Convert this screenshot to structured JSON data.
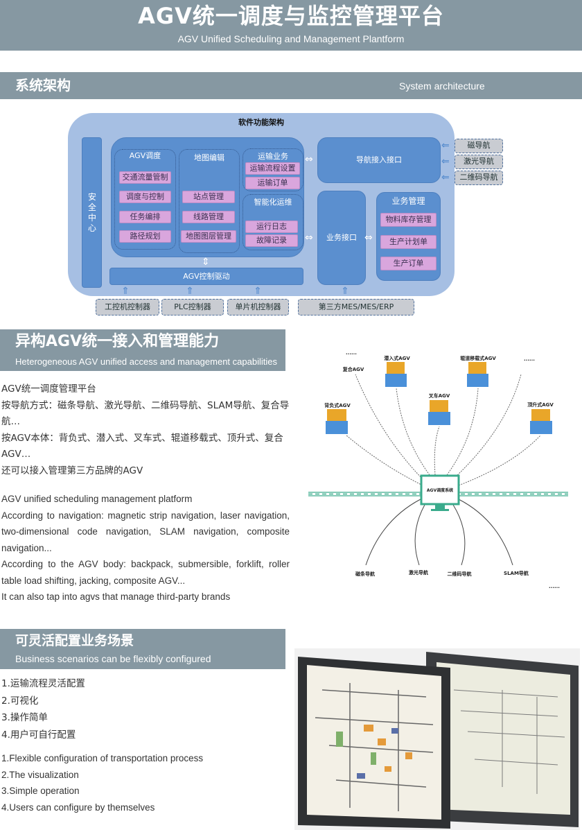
{
  "header": {
    "title": "AGV统一调度与监控管理平台",
    "subtitle": "AGV Unified Scheduling and Management Plantform"
  },
  "section1": {
    "title": "系统架构",
    "subtitle": "System architecture"
  },
  "arch": {
    "title": "软件功能架构",
    "security": "安全中心",
    "col1": {
      "title": "AGV调度",
      "items": [
        "交通流量管制",
        "调度与控制",
        "任务编排",
        "路径规划"
      ]
    },
    "col2": {
      "title": "地图编辑",
      "items": [
        "站点管理",
        "线路管理",
        "地图图层管理"
      ]
    },
    "col3a": {
      "title": "运输业务",
      "items": [
        "运输流程设置",
        "运输订单"
      ]
    },
    "col3b": {
      "title": "智能化运维",
      "items": [
        "运行日志",
        "故障记录"
      ]
    },
    "drive": "AGV控制驱动",
    "nav_if": "导航接入接口",
    "biz_if": "业务接口",
    "biz": {
      "title": "业务管理",
      "items": [
        "物料库存管理",
        "生产计划单",
        "生产订单"
      ]
    },
    "nav_types": [
      "磁导航",
      "激光导航",
      "二维码导航"
    ],
    "controllers": [
      "工控机控制器",
      "PLC控制器",
      "单片机控制器",
      "第三方MES/MES/ERP"
    ]
  },
  "section2": {
    "title": "异构AGV统一接入和管理能力",
    "subtitle": "Heterogeneous AGV unified access and management capabilities"
  },
  "s2_cn": [
    "AGV统一调度管理平台",
    "按导航方式：磁条导航、激光导航、二维码导航、SLAM导航、复合导航…",
    "按AGV本体：背负式、潜入式、叉车式、辊道移载式、顶升式、复合AGV…",
    "还可以接入管理第三方品牌的AGV"
  ],
  "s2_en": [
    "AGV unified scheduling management platform",
    "According to navigation: magnetic strip navigation, laser navigation, two-dimensional code navigation, SLAM navigation, composite navigation...",
    "According to the AGV body: backpack, submersible, forklift, roller table load shifting, jacking, composite AGV...",
    "It can also tap into agvs that manage third-party brands"
  ],
  "agv_diagram": {
    "center": "AGV调度系统",
    "agvs": [
      "背负式AGV",
      "潜入式AGV",
      "叉车AGV",
      "辊道移载式AGV",
      "顶升式AGV",
      "复合AGV"
    ],
    "navs": [
      "磁条导航",
      "激光导航",
      "二维码导航",
      "SLAM导航"
    ],
    "more": "......",
    "colors": {
      "load": "#e9a629",
      "body": "#4a90d9",
      "monitor": "#3aab8c"
    }
  },
  "section3": {
    "title": "可灵活配置业务场景",
    "subtitle": "Business scenarios can be flexibly configured"
  },
  "s3_cn": [
    "1.运输流程灵活配置",
    "2.可视化",
    "3.操作简单",
    "4.用户可自行配置"
  ],
  "s3_en": [
    "1.Flexible configuration of transportation process",
    "2.The visualization",
    "3.Simple operation",
    "4.Users can configure by themselves"
  ]
}
